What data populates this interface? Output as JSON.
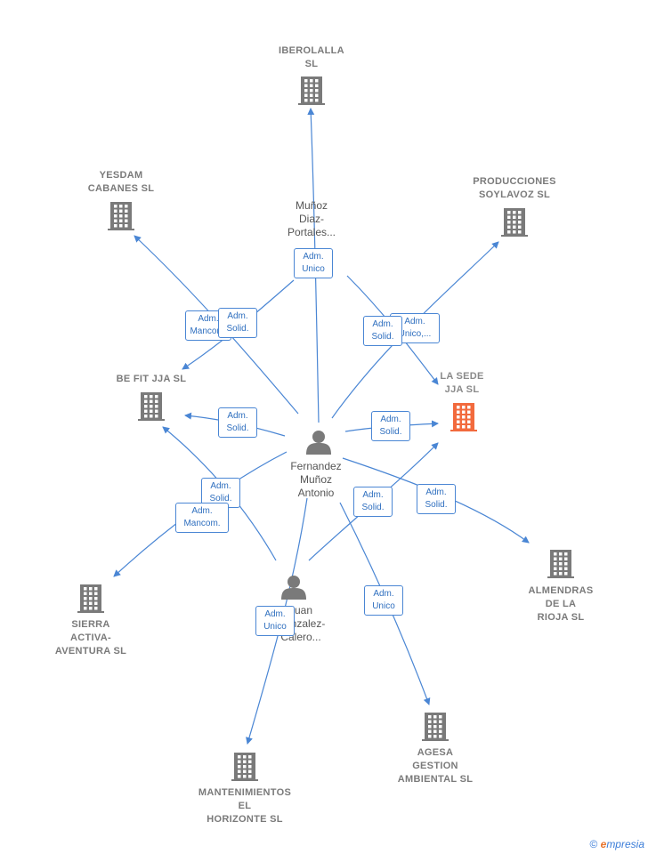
{
  "companies": [
    {
      "id": "iberolalla",
      "lines": [
        "IBEROLALLA",
        "SL"
      ]
    },
    {
      "id": "yesdam",
      "lines": [
        "YESDAM",
        "CABANES SL"
      ]
    },
    {
      "id": "producciones",
      "lines": [
        "PRODUCCIONES",
        "SOYLAVOZ SL"
      ]
    },
    {
      "id": "befit",
      "lines": [
        "BE FIT JJA  SL"
      ]
    },
    {
      "id": "lasede",
      "lines": [
        "LA SEDE",
        "JJA  SL"
      ]
    },
    {
      "id": "almendras",
      "lines": [
        "ALMENDRAS",
        "DE LA",
        "RIOJA  SL"
      ]
    },
    {
      "id": "sierra",
      "lines": [
        "SIERRA",
        "ACTIVA-",
        "AVENTURA  SL"
      ]
    },
    {
      "id": "agesa",
      "lines": [
        "AGESA",
        "GESTION",
        "AMBIENTAL  SL"
      ]
    },
    {
      "id": "mantenimientos",
      "lines": [
        "MANTENIMIENTOS",
        "EL",
        "HORIZONTE SL"
      ]
    }
  ],
  "persons": [
    {
      "id": "fernandez",
      "lines": [
        "Fernandez",
        "Muñoz",
        "Antonio"
      ]
    },
    {
      "id": "munoz",
      "lines": [
        "Muñoz",
        "Diaz-",
        "Portales..."
      ]
    },
    {
      "id": "juan",
      "lines": [
        "Juan",
        "Gonzalez-",
        "Calero..."
      ]
    }
  ],
  "badges": [
    {
      "id": "b-munoz-iberolalla",
      "lines": [
        "Adm.",
        "Unico"
      ]
    },
    {
      "id": "b-yesdam-mancom",
      "lines": [
        "Adm.",
        "Mancom."
      ]
    },
    {
      "id": "b-yesdam-solid",
      "lines": [
        "Adm.",
        "Solid."
      ]
    },
    {
      "id": "b-producciones-unico",
      "lines": [
        "Adm.",
        "Unico,..."
      ]
    },
    {
      "id": "b-producciones-solid",
      "lines": [
        "Adm.",
        "Solid."
      ]
    },
    {
      "id": "b-befit-solid",
      "lines": [
        "Adm.",
        "Solid."
      ]
    },
    {
      "id": "b-lasede-solid",
      "lines": [
        "Adm.",
        "Solid."
      ]
    },
    {
      "id": "b-sierra-solid",
      "lines": [
        "Adm.",
        "Solid."
      ]
    },
    {
      "id": "b-sierra-mancom",
      "lines": [
        "Adm.",
        "Mancom."
      ]
    },
    {
      "id": "b-juan-lasede-solid",
      "lines": [
        "Adm.",
        "Solid."
      ]
    },
    {
      "id": "b-almendras-solid",
      "lines": [
        "Adm.",
        "Solid."
      ]
    },
    {
      "id": "b-mantenimientos-unico",
      "lines": [
        "Adm.",
        "Unico"
      ]
    },
    {
      "id": "b-agesa-unico",
      "lines": [
        "Adm.",
        "Unico"
      ]
    }
  ],
  "colors": {
    "edge": "#4a86d4",
    "building": "#7a7a7a",
    "focus_building": "#f26a3d",
    "person": "#7a7a7a"
  },
  "footer": {
    "copyright": "©",
    "brand_initial": "e",
    "brand_rest": "mpresia"
  }
}
